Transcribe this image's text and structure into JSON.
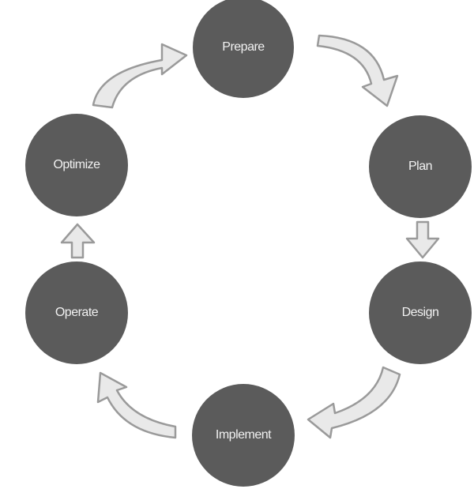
{
  "diagram": {
    "nodes": {
      "prepare": "Prepare",
      "plan": "Plan",
      "design": "Design",
      "implement": "Implement",
      "operate": "Operate",
      "optimize": "Optimize"
    },
    "colors": {
      "node_fill": "#5b5b5b",
      "node_text": "#f1f1f1",
      "arrow_fill": "#e9e9e9",
      "arrow_stroke": "#9a9a9a"
    }
  }
}
